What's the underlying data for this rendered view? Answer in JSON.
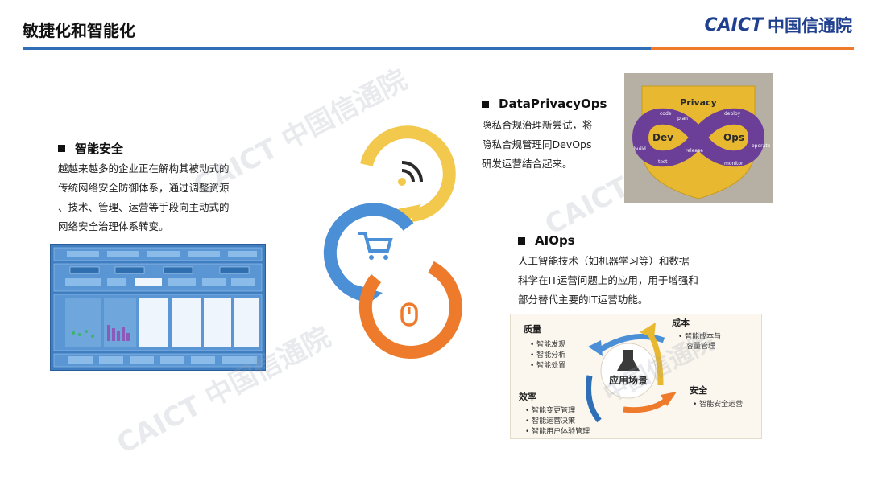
{
  "header": {
    "title": "敏捷化和智能化",
    "logo_latin": "CAICT",
    "logo_cn": "中国信通院"
  },
  "sections": {
    "security": {
      "heading": "智能安全",
      "lines": [
        "越越来越多的企业正在解构其被动式的",
        "传统网络安全防御体系，通过调整资源",
        "、技术、管理、运营等手段向主动式的",
        "网络安全治理体系转变。"
      ]
    },
    "privacy": {
      "heading": "DataPrivacyOps",
      "lines": [
        "隐私合规治理新尝试，将",
        "隐私合规管理同DevOps",
        "研发运营结合起来。"
      ]
    },
    "aiops": {
      "heading": "AIOps",
      "lines": [
        "人工智能技术（如机器学习等）和数据",
        "科学在IT运营问题上的应用，用于增强和",
        "部分替代主要的IT运营功能。"
      ]
    }
  },
  "privacy_diagram": {
    "top": "Privacy",
    "left": "Dev",
    "right": "Ops",
    "loop_words": [
      "code",
      "plan",
      "build",
      "test",
      "release",
      "deploy",
      "operate",
      "monitor"
    ]
  },
  "aiops_diagram": {
    "center": "应用场景",
    "quality": {
      "title": "质量",
      "items": [
        "智能发现",
        "智能分析",
        "智能处置"
      ]
    },
    "cost": {
      "title": "成本",
      "items": [
        "智能成本与",
        "容量管理"
      ]
    },
    "security": {
      "title": "安全",
      "items": [
        "智能安全运营"
      ]
    },
    "efficiency": {
      "title": "效率",
      "items": [
        "智能变更管理",
        "智能运营决策",
        "智能用户体验管理"
      ]
    }
  },
  "watermark": {
    "latin": "CAICT",
    "cn": "中国信通院"
  },
  "colors": {
    "blue": "#2e6fb5",
    "orange": "#ee7b2c",
    "yellow": "#f2c94c",
    "ring_blue": "#4b8fd6",
    "purple": "#6b3f97",
    "gold": "#e8b830"
  }
}
